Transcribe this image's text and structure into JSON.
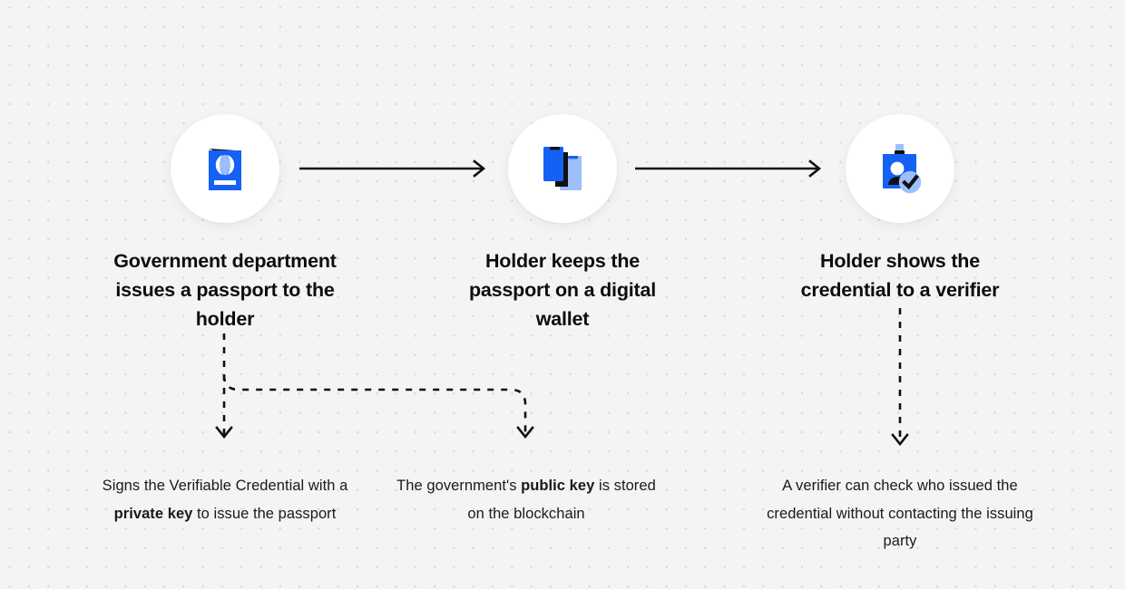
{
  "diagram": {
    "title": "Verifiable Credential passport issuance flow",
    "background": {
      "color": "#f4f4f4",
      "dot_color": "#d9d9d9",
      "pattern": "dot-grid"
    },
    "colors": {
      "primary_blue": "#1560f5",
      "light_blue": "#9cbefa",
      "dark": "#0d0d0d",
      "badge_bg": "#ffffff"
    },
    "steps": [
      {
        "id": "step-1",
        "icon": "passport-icon",
        "title": "Government department issues a passport to the holder",
        "caption_parts": [
          {
            "text": "Signs the Verifiable Credential with a ",
            "bold": false
          },
          {
            "text": "private key",
            "bold": true
          },
          {
            "text": " to issue the passport",
            "bold": false
          }
        ],
        "caption_plain": "Signs the Verifiable Credential with a private key to issue the passport"
      },
      {
        "id": "step-2",
        "icon": "digital-wallet-phones-icon",
        "title": "Holder keeps the passport on a digital wallet",
        "caption_parts": [
          {
            "text": "The government's ",
            "bold": false
          },
          {
            "text": "public key",
            "bold": true
          },
          {
            "text": " is stored on the blockchain",
            "bold": false
          }
        ],
        "caption_plain": "The government's public key is stored on the blockchain"
      },
      {
        "id": "step-3",
        "icon": "verified-id-badge-icon",
        "title": "Holder shows the credential to a verifier",
        "caption_parts": [
          {
            "text": "A verifier can check who issued the credential without contacting the issuing party",
            "bold": false
          }
        ],
        "caption_plain": "A verifier can check who issued the credential without contacting the issuing party"
      }
    ],
    "connectors": [
      {
        "id": "arrow-1",
        "type": "solid-arrow",
        "direction": "right",
        "from": "step-1",
        "to": "step-2"
      },
      {
        "id": "arrow-2",
        "type": "solid-arrow",
        "direction": "right",
        "from": "step-2",
        "to": "step-3"
      },
      {
        "id": "branch-left",
        "type": "dashed-branch",
        "direction": "down",
        "from": "step-1",
        "to": "caption-1, caption-2"
      },
      {
        "id": "branch-right",
        "type": "dashed-arrow",
        "direction": "down",
        "from": "step-3",
        "to": "caption-3"
      }
    ]
  }
}
